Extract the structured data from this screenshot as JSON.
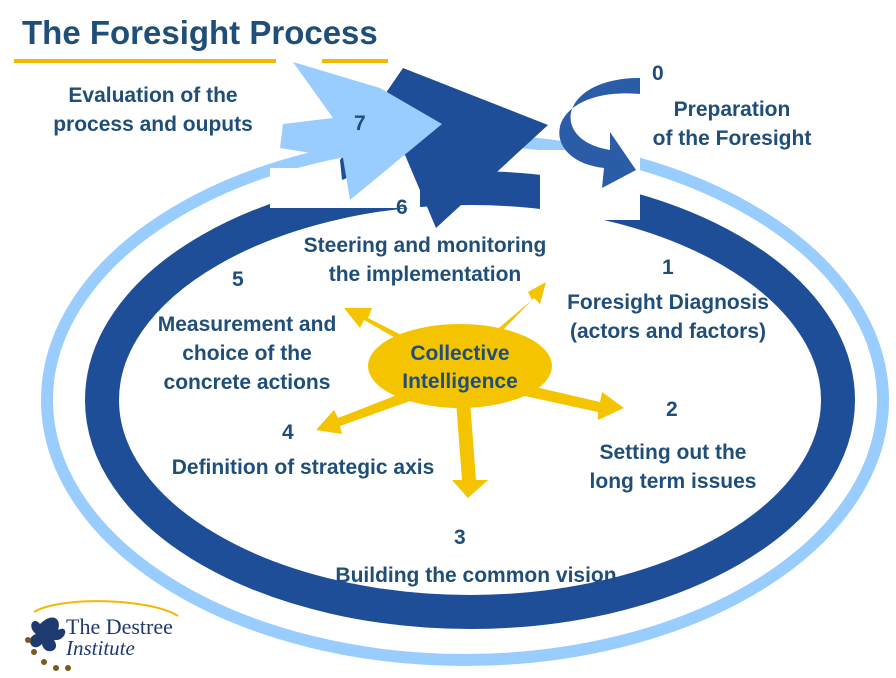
{
  "title": "The Foresight Process",
  "steps": [
    {
      "number": "0",
      "label": [
        "Preparation",
        "of the Foresight"
      ]
    },
    {
      "number": "1",
      "label": [
        "Foresight Diagnosis",
        "(actors and factors)"
      ]
    },
    {
      "number": "2",
      "label": [
        "Setting out the",
        "long term issues"
      ]
    },
    {
      "number": "3",
      "label": [
        "Building the common vision"
      ]
    },
    {
      "number": "4",
      "label": [
        "Definition of strategic axis"
      ]
    },
    {
      "number": "5",
      "label": [
        "Measurement and",
        "choice of the",
        "concrete actions"
      ]
    },
    {
      "number": "6",
      "label": [
        "Steering and monitoring",
        "the implementation"
      ]
    },
    {
      "number": "7",
      "label": [
        "Evaluation of the",
        "process and ouputs"
      ]
    }
  ],
  "center": [
    "Collective",
    "Intelligence"
  ],
  "logo": [
    "The Destree",
    "Institute"
  ],
  "colors": {
    "dark_blue": "#1e4e98",
    "light_blue": "#99ccff",
    "gold": "#f5c400",
    "text": "#1f4e79",
    "accent_line": "#f5b800"
  }
}
